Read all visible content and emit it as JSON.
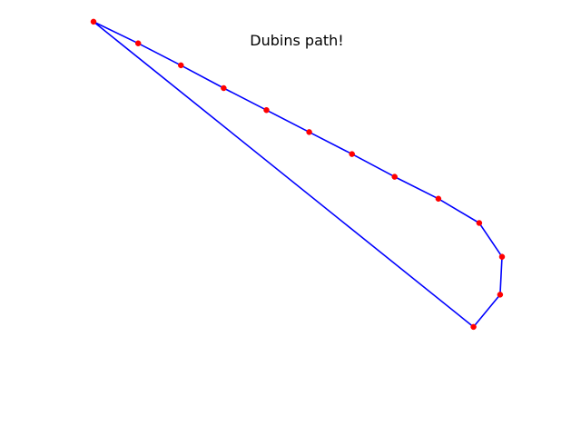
{
  "chart_data": {
    "type": "line",
    "title": "Dubins path!",
    "xlabel": "",
    "ylabel": "",
    "axes_visible": false,
    "grid": false,
    "xlim": [
      0,
      10
    ],
    "ylim": [
      0,
      10
    ],
    "series": [
      {
        "style": "closed path line with point markers",
        "line_color": "#0000ff",
        "marker_color": "#ff0000",
        "x": [
          0.0,
          0.94,
          1.84,
          2.74,
          3.64,
          4.54,
          5.44,
          6.34,
          7.26,
          8.12,
          8.6,
          8.56,
          8.0,
          0.0
        ],
        "y": [
          9.25,
          8.68,
          8.1,
          7.5,
          6.92,
          6.34,
          5.76,
          5.16,
          4.58,
          3.94,
          3.05,
          2.05,
          1.2,
          9.25
        ]
      }
    ]
  }
}
